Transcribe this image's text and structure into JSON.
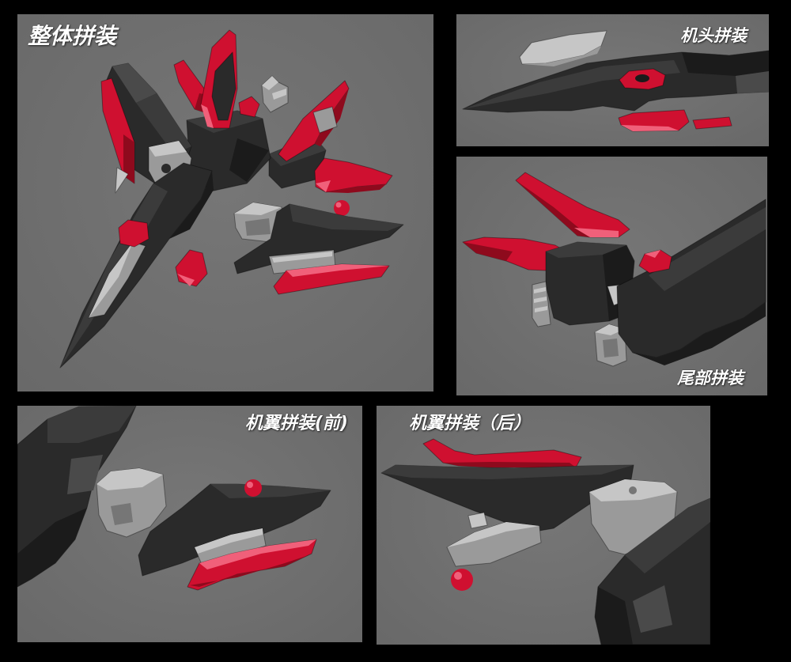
{
  "panels": [
    {
      "title": "整体拼装"
    },
    {
      "title": "机头拼装"
    },
    {
      "title": "尾部拼装"
    },
    {
      "title": "机翼拼装(前)"
    },
    {
      "title": "机翼拼装（后）"
    }
  ],
  "colors": {
    "page_background": "#000000",
    "panel_background": "#6f6f6f",
    "label_text": "#ffffff",
    "part_black": "#2a2a2a",
    "part_red": "#cf1030",
    "part_gray": "#9a9a9a"
  }
}
